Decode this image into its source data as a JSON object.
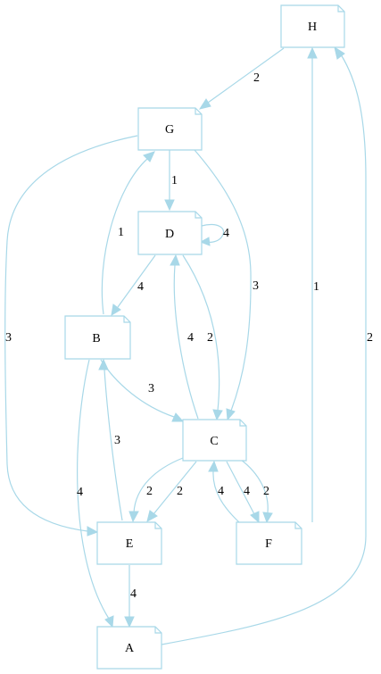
{
  "colors": {
    "edge": "#a8d8e8",
    "node_border": "#a8d8e8",
    "node_fill": "#ffffff",
    "text": "#000000"
  },
  "nodes": {
    "H": {
      "label": "H",
      "shape": "note"
    },
    "G": {
      "label": "G",
      "shape": "note"
    },
    "D": {
      "label": "D",
      "shape": "note"
    },
    "B": {
      "label": "B",
      "shape": "note"
    },
    "C": {
      "label": "C",
      "shape": "note"
    },
    "E": {
      "label": "E",
      "shape": "note"
    },
    "F": {
      "label": "F",
      "shape": "note"
    },
    "A": {
      "label": "A",
      "shape": "note"
    }
  },
  "edges": [
    {
      "id": "h-g",
      "from": "H",
      "to": "G",
      "weight": "2"
    },
    {
      "id": "g-d",
      "from": "G",
      "to": "D",
      "weight": "1"
    },
    {
      "id": "g-c",
      "from": "G",
      "to": "C",
      "weight": "3"
    },
    {
      "id": "g-e",
      "from": "G",
      "to": "E",
      "weight": "3"
    },
    {
      "id": "d-d",
      "from": "D",
      "to": "D",
      "weight": "4"
    },
    {
      "id": "d-b",
      "from": "D",
      "to": "B",
      "weight": "4"
    },
    {
      "id": "d-c",
      "from": "D",
      "to": "C",
      "weight": "2"
    },
    {
      "id": "c-d",
      "from": "C",
      "to": "D",
      "weight": "4"
    },
    {
      "id": "b-g",
      "from": "B",
      "to": "G",
      "weight": "1"
    },
    {
      "id": "b-c",
      "from": "B",
      "to": "C",
      "weight": "3"
    },
    {
      "id": "b-a",
      "from": "B",
      "to": "A",
      "weight": "4"
    },
    {
      "id": "e-b",
      "from": "E",
      "to": "B",
      "weight": "3"
    },
    {
      "id": "c-e-1",
      "from": "C",
      "to": "E",
      "weight": "2"
    },
    {
      "id": "c-e-2",
      "from": "C",
      "to": "E",
      "weight": "2"
    },
    {
      "id": "c-f-1",
      "from": "C",
      "to": "F",
      "weight": "4"
    },
    {
      "id": "c-f-2",
      "from": "C",
      "to": "F",
      "weight": "2"
    },
    {
      "id": "f-c",
      "from": "F",
      "to": "C",
      "weight": "4"
    },
    {
      "id": "f-h",
      "from": "F",
      "to": "H",
      "weight": "1"
    },
    {
      "id": "e-a",
      "from": "E",
      "to": "A",
      "weight": "4"
    },
    {
      "id": "a-h",
      "from": "A",
      "to": "H",
      "weight": "2"
    }
  ]
}
